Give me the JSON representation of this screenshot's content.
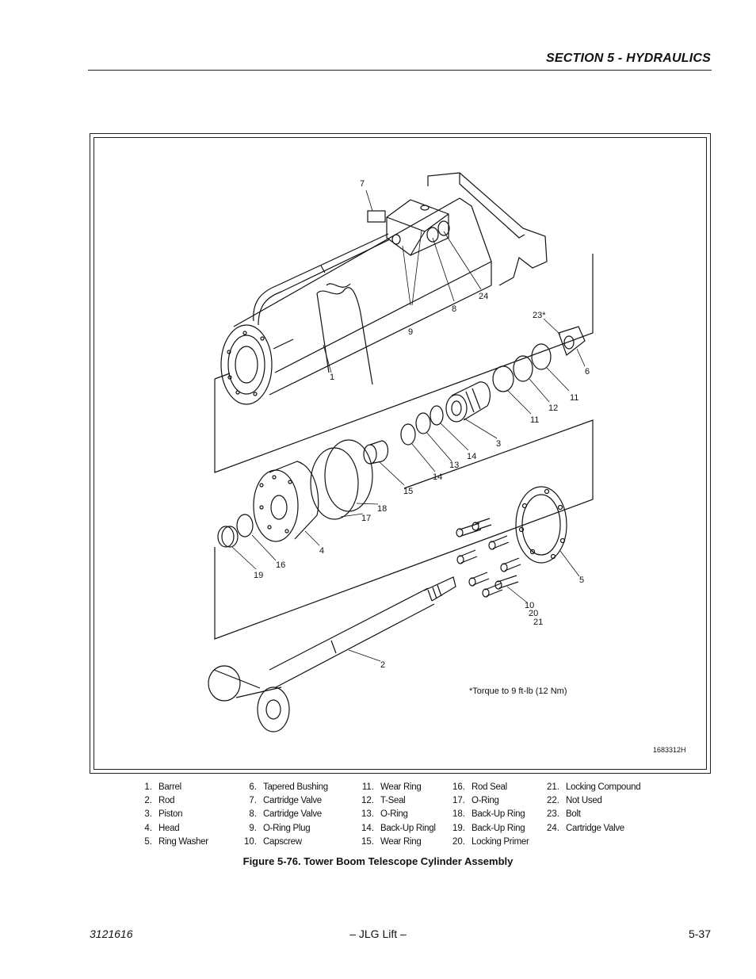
{
  "header": {
    "section_title": "SECTION 5 - HYDRAULICS"
  },
  "figure": {
    "note": "*Torque to 9 ft-lb (12 Nm)",
    "figure_id": "1683312H",
    "callouts": {
      "c1": "1",
      "c2": "2",
      "c3": "3",
      "c4": "4",
      "c5": "5",
      "c6": "6",
      "c7": "7",
      "c8": "8",
      "c9": "9",
      "c10": "10",
      "c11a": "11",
      "c11b": "11",
      "c12": "12",
      "c13": "13",
      "c14a": "14",
      "c14b": "14",
      "c15": "15",
      "c16": "16",
      "c17": "17",
      "c18": "18",
      "c19": "19",
      "c20": "20",
      "c21": "21",
      "c23": "23*",
      "c24": "24"
    }
  },
  "legend": {
    "columns": [
      [
        {
          "num": "1.",
          "name": "Barrel"
        },
        {
          "num": "2.",
          "name": "Rod"
        },
        {
          "num": "3.",
          "name": "Piston"
        },
        {
          "num": "4.",
          "name": "Head"
        },
        {
          "num": "5.",
          "name": "Ring Washer"
        }
      ],
      [
        {
          "num": "6.",
          "name": "Tapered Bushing"
        },
        {
          "num": "7.",
          "name": "Cartridge Valve"
        },
        {
          "num": "8.",
          "name": "Cartridge Valve"
        },
        {
          "num": "9.",
          "name": "O-Ring Plug"
        },
        {
          "num": "10.",
          "name": "Capscrew"
        }
      ],
      [
        {
          "num": "11.",
          "name": "Wear Ring"
        },
        {
          "num": "12.",
          "name": "T-Seal"
        },
        {
          "num": "13.",
          "name": "O-Ring"
        },
        {
          "num": "14.",
          "name": "Back-Up Ringl"
        },
        {
          "num": "15.",
          "name": "Wear Ring"
        }
      ],
      [
        {
          "num": "16.",
          "name": "Rod Seal"
        },
        {
          "num": "17.",
          "name": "O-Ring"
        },
        {
          "num": "18.",
          "name": "Back-Up Ring"
        },
        {
          "num": "19.",
          "name": "Back-Up Ring"
        },
        {
          "num": "20.",
          "name": "Locking Primer"
        }
      ],
      [
        {
          "num": "21.",
          "name": "Locking Compound"
        },
        {
          "num": "22.",
          "name": "Not Used"
        },
        {
          "num": "23.",
          "name": "Bolt"
        },
        {
          "num": "24.",
          "name": "Cartridge Valve"
        }
      ]
    ]
  },
  "caption": "Figure 5-76.  Tower Boom Telescope Cylinder Assembly",
  "footer": {
    "doc_number": "3121616",
    "brand": "– JLG Lift –",
    "page": "5-37"
  }
}
